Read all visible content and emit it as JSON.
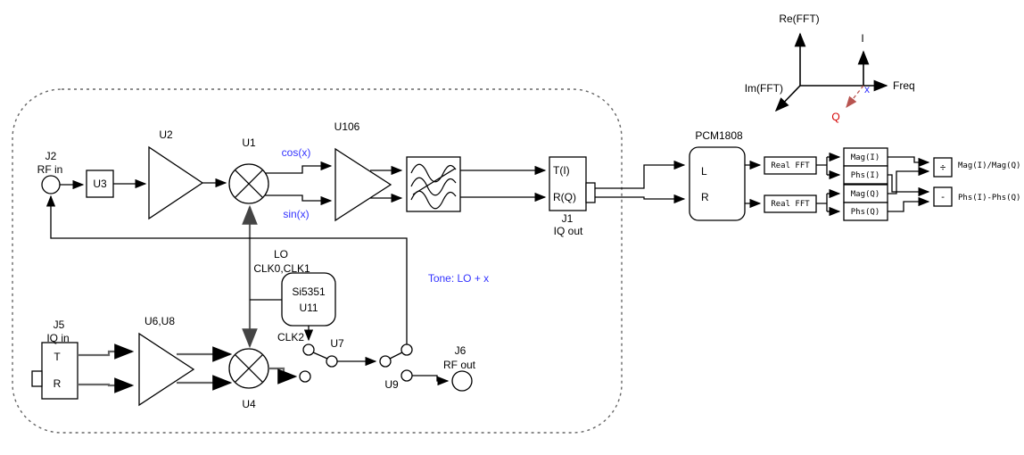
{
  "axes_diagram": {
    "re_label": "Re(FFT)",
    "im_label": "Im(FFT)",
    "freq_label": "Freq",
    "i_label": "I",
    "q_label": "Q",
    "x_label": "x"
  },
  "receiver": {
    "j2_ref": "J2",
    "j2_label": "RF in",
    "u3": "U3",
    "u2": "U2",
    "u1": "U1",
    "cos_label": "cos(x)",
    "sin_label": "sin(x)",
    "u106": "U106",
    "j1_t": "T(I)",
    "j1_r": "R(Q)",
    "j1_ref": "J1",
    "j1_label": "IQ out"
  },
  "lo": {
    "lo_label": "LO",
    "clk01_label": "CLK0,CLK1",
    "chip_line1": "Si5351",
    "chip_line2": "U11",
    "clk2_label": "CLK2",
    "tone_label": "Tone: LO + x"
  },
  "transmitter": {
    "j5_ref": "J5",
    "j5_label": "IQ in",
    "j5_t": "T",
    "j5_r": "R",
    "u6u8": "U6,U8",
    "u4": "U4",
    "u7": "U7",
    "u9": "U9",
    "j6_ref": "J6",
    "j6_label": "RF out"
  },
  "dsp": {
    "adc": "PCM1808",
    "adc_l": "L",
    "adc_r": "R",
    "fft_i": "Real FFT",
    "fft_q": "Real FFT",
    "mag_i": "Mag(I)",
    "phs_i": "Phs(I)",
    "mag_q": "Mag(Q)",
    "phs_q": "Phs(Q)",
    "divide_op": "÷",
    "subtract_op": "-",
    "mag_ratio_label": "Mag(I)/Mag(Q)",
    "phs_diff_label": "Phs(I)-Phs(Q)"
  },
  "colors": {
    "annotation_blue": "#3333ff",
    "q_text_red": "#d40000",
    "q_arrow_red": "#b85450",
    "gray_signal": "#666666",
    "line_black": "#000000",
    "background": "#ffffff"
  }
}
